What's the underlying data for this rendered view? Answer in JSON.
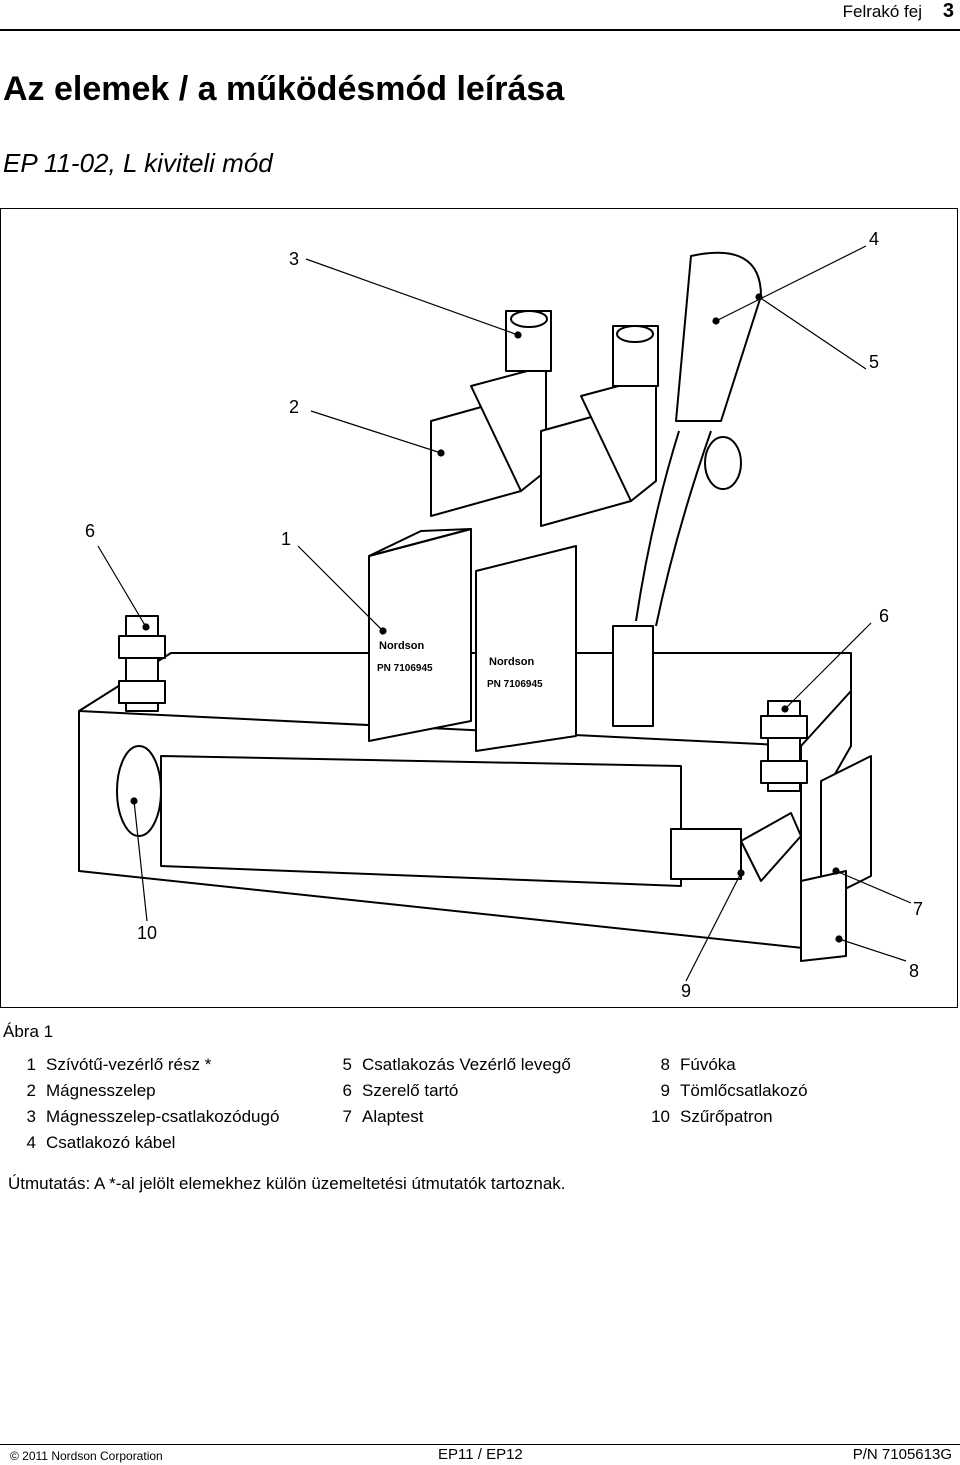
{
  "header": {
    "section": "Felrakó fej",
    "page_number": "3"
  },
  "title": "Az elemek / a működésmód leírása",
  "subtitle": "EP 11-02, L kiviteli mód",
  "figure": {
    "callouts": [
      "3",
      "4",
      "5",
      "2",
      "6",
      "1",
      "6",
      "7",
      "10",
      "8",
      "9"
    ],
    "nameplate_brand": "Nordson",
    "nameplate_pn": "PN 7106945",
    "caption": "Ábra 1"
  },
  "legend": {
    "col1": [
      {
        "num": "1",
        "text": "Szívótű-vezérlő rész *"
      },
      {
        "num": "2",
        "text": "Mágnesszelep"
      },
      {
        "num": "3",
        "text": "Mágnesszelep-csatlakozódugó"
      },
      {
        "num": "4",
        "text": "Csatlakozó kábel"
      }
    ],
    "col2": [
      {
        "num": "5",
        "text": "Csatlakozás Vezérlő levegő"
      },
      {
        "num": "6",
        "text": "Szerelő tartó"
      },
      {
        "num": "7",
        "text": "Alaptest"
      }
    ],
    "col3": [
      {
        "num": "8",
        "text": "Fúvóka"
      },
      {
        "num": "9",
        "text": "Tömlőcsatlakozó"
      },
      {
        "num": "10",
        "text": "Szűrőpatron"
      }
    ]
  },
  "note": {
    "label": "Útmutatás:",
    "text": "A *-al jelölt elemekhez külön üzemeltetési útmutatók tartoznak."
  },
  "footer": {
    "copyright": "© 2011 Nordson Corporation",
    "model": "EP11 / EP12",
    "part_number": "P/N 7105613G"
  }
}
